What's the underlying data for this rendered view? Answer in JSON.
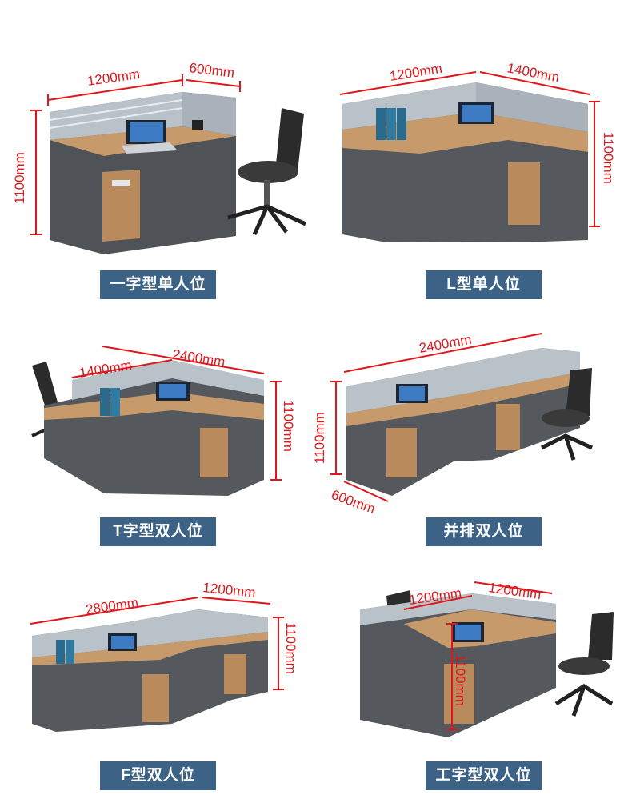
{
  "colors": {
    "dimension": "#e1161a",
    "label_bg": "#3c6386",
    "frame": "#4a4c50",
    "panel_dark": "#55585d",
    "wood": "#c69a6a",
    "glass": "#c9d0d6"
  },
  "items": [
    {
      "label": "一字型单人位",
      "dims": [
        "1200mm",
        "600mm",
        "1100mm"
      ]
    },
    {
      "label": "L型单人位",
      "dims": [
        "1200mm",
        "1400mm",
        "1100mm"
      ]
    },
    {
      "label": "T字型双人位",
      "dims": [
        "2400mm",
        "1400mm",
        "1100mm"
      ]
    },
    {
      "label": "并排双人位",
      "dims": [
        "2400mm",
        "1100mm",
        "600mm"
      ]
    },
    {
      "label": "F型双人位",
      "dims": [
        "2800mm",
        "1200mm",
        "1100mm"
      ]
    },
    {
      "label": "工字型双人位",
      "dims": [
        "1200mm",
        "1200mm",
        "1100mm"
      ]
    }
  ]
}
